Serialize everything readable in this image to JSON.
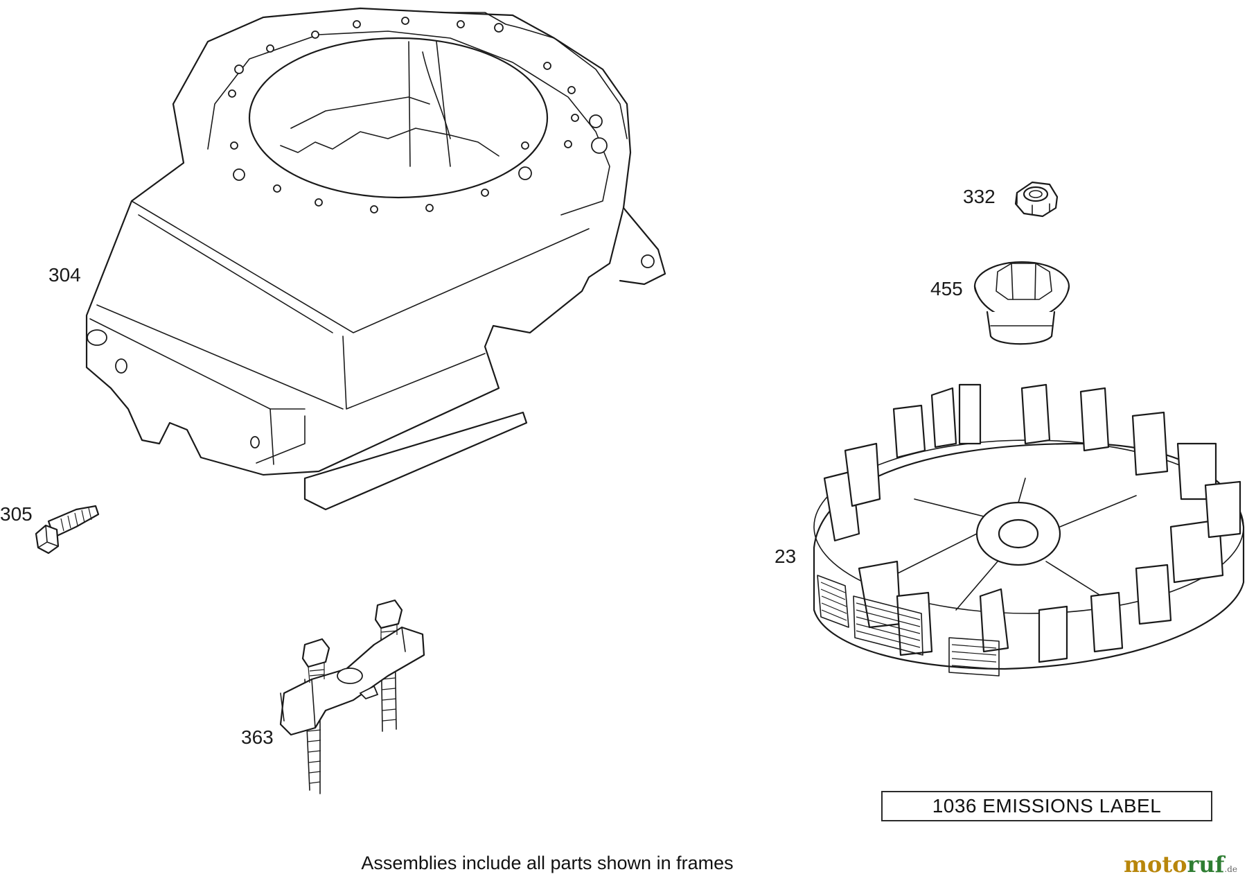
{
  "parts": [
    {
      "key": "blower_housing",
      "number": "304"
    },
    {
      "key": "bolt",
      "number": "305"
    },
    {
      "key": "nut",
      "number": "332"
    },
    {
      "key": "clutch",
      "number": "455"
    },
    {
      "key": "flywheel",
      "number": "23"
    },
    {
      "key": "puller",
      "number": "363"
    }
  ],
  "frame_label": "1036 EMISSIONS LABEL",
  "footer_note": "Assemblies include all parts shown in frames",
  "watermark": {
    "brand_main": "moto",
    "brand_accent": "ruf",
    "brand_tld": ".de"
  },
  "colors": {
    "line": "#1a1a1a",
    "background": "#ffffff",
    "brand_gold": "#b8860b",
    "brand_green": "#2e7d32"
  }
}
